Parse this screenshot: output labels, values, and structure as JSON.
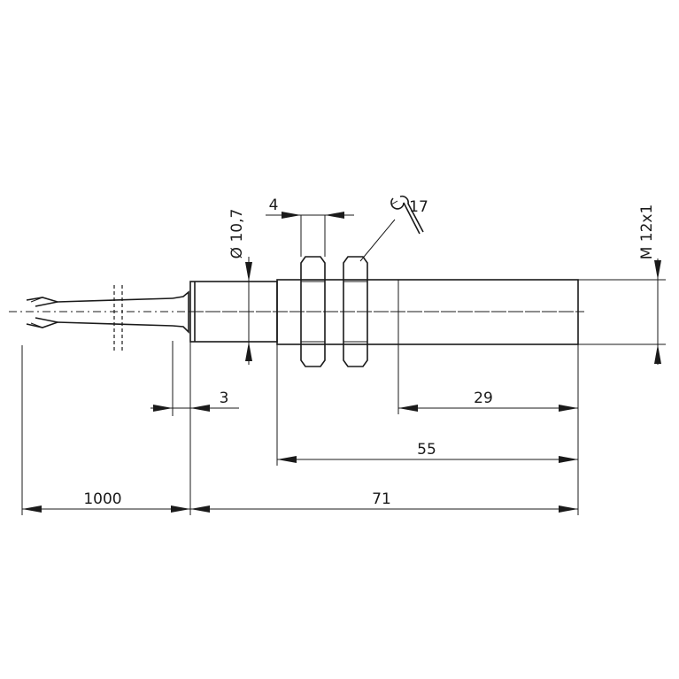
{
  "drawing": {
    "title": "",
    "dimensions": {
      "cable_length": "1000",
      "total_length": "71",
      "thread_length": "55",
      "sensing_end_length": "29",
      "collar_length": "3",
      "nut_thickness": "4",
      "wrench_size": "17",
      "body_diameter": "Ø 10,7",
      "thread_spec": "M 12x1"
    }
  }
}
